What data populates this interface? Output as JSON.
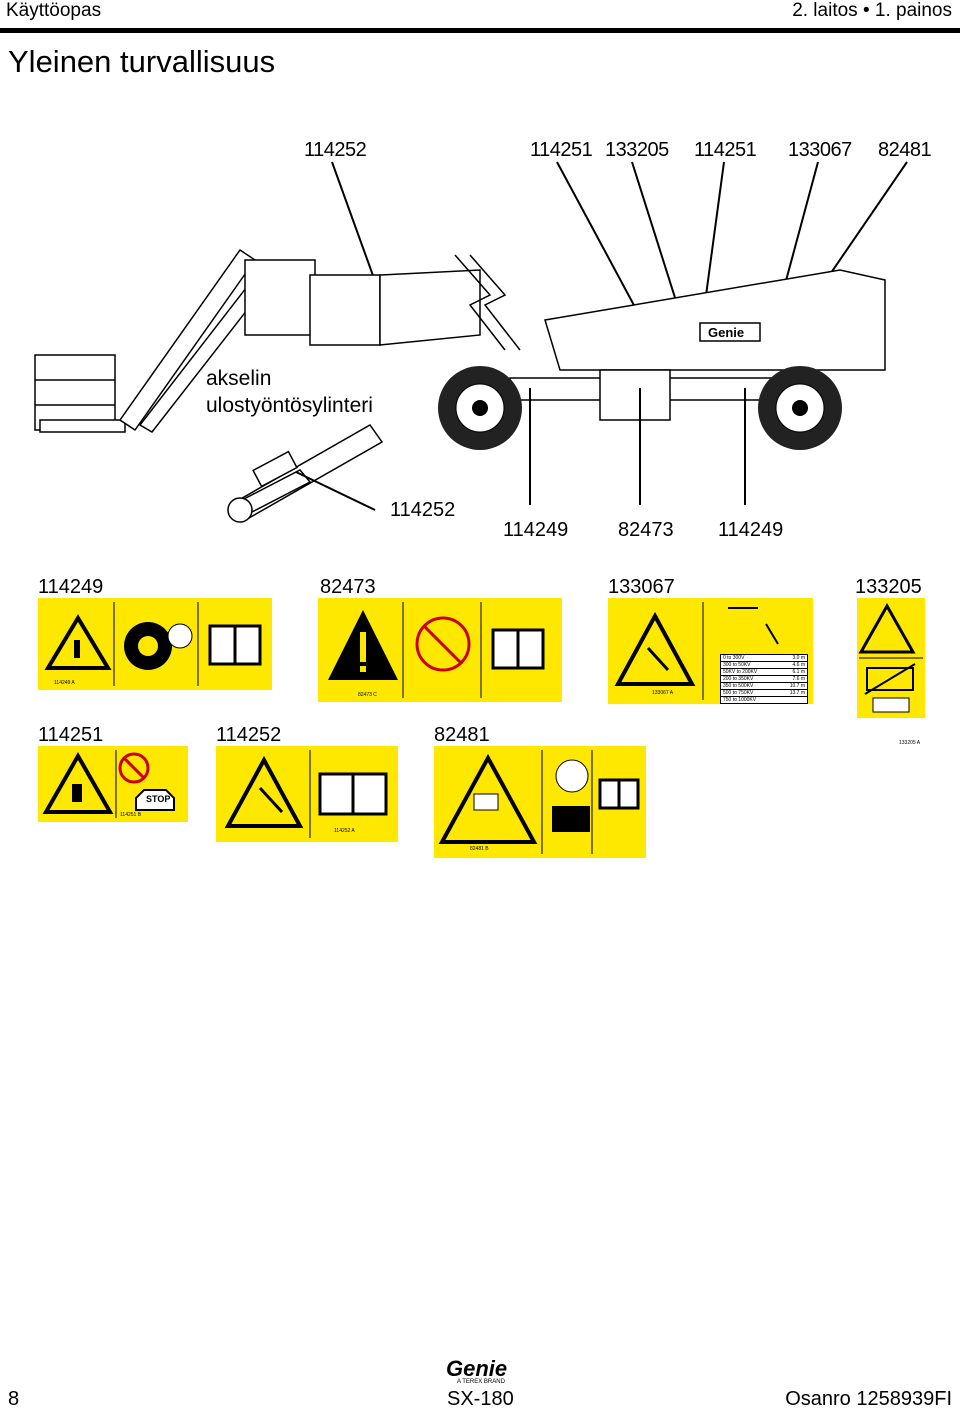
{
  "header": {
    "left": "Käyttöopas",
    "right": "2. laitos • 1. painos"
  },
  "title": "Yleinen turvallisuus",
  "machine_diagram": {
    "top_callouts": [
      "114252",
      "114251",
      "133205",
      "114251",
      "133067",
      "82481"
    ],
    "cylinder_label": [
      "akselin",
      "ulostyöntösylinteri"
    ],
    "cylinder_callout": "114252",
    "bottom_callouts": [
      "114249",
      "82473",
      "114249"
    ],
    "brand_on_machine": "Genie"
  },
  "decals_row1": [
    {
      "id": "114249",
      "code": "114249 A"
    },
    {
      "id": "82473",
      "code": "82473 C"
    },
    {
      "id": "133067",
      "code": "133067 A"
    },
    {
      "id": "133205",
      "code": "133205 A"
    }
  ],
  "decals_row2": [
    {
      "id": "114251",
      "code": "114251 B",
      "stop": "STOP"
    },
    {
      "id": "114252",
      "code": "114252 A"
    },
    {
      "id": "82481",
      "code": "82481 B"
    }
  ],
  "voltage_table": [
    [
      "0 to 300V",
      "3.0 m"
    ],
    [
      "300 to 50KV",
      "4.6 m"
    ],
    [
      "50KV to 200KV",
      "6.1 m"
    ],
    [
      "200 to 350KV",
      "7.6 m"
    ],
    [
      "350 to 500KV",
      "10.7 m"
    ],
    [
      "500 to 750KV",
      "13.7 m"
    ],
    [
      "750 to 1000KV",
      ""
    ]
  ],
  "footer": {
    "page": "8",
    "logo": "Genie",
    "brand_tag": "A TEREX BRAND",
    "model": "SX-180",
    "part": "Osanro 1258939FI"
  },
  "colors": {
    "decal_yellow": "#ffe800",
    "ink": "#000000"
  }
}
